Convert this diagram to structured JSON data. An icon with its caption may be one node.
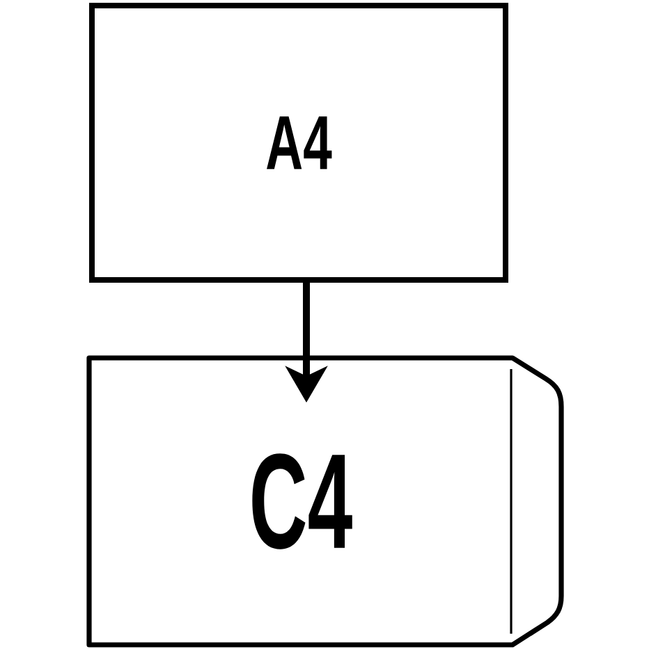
{
  "diagram": {
    "nodes": [
      {
        "text": [
          "A4"
        ]
      },
      {
        "text": [
          "C4"
        ]
      }
    ],
    "edges": [
      {
        "from": 0,
        "to": 1,
        "arrow": "to"
      }
    ]
  }
}
